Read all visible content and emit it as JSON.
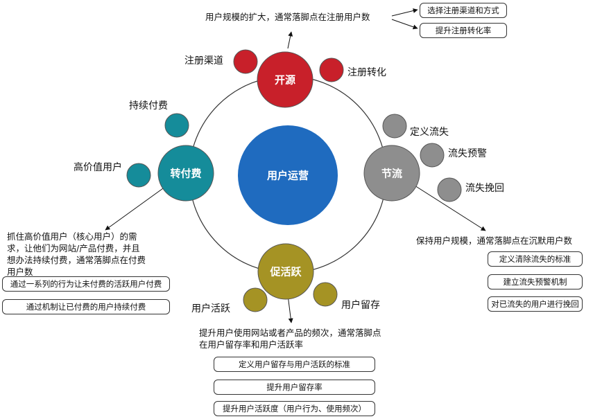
{
  "colors": {
    "core": "#1f6bbf",
    "open": "#c8202a",
    "throttle": "#8e8e8e",
    "active": "#a59324",
    "pay": "#158c9a"
  },
  "center": {
    "label": "用户运营"
  },
  "nodes": {
    "open": {
      "label": "开源",
      "sub1": "注册渠道",
      "sub2": "注册转化"
    },
    "throttle": {
      "label": "节流",
      "sub1": "定义流失",
      "sub2": "流失预警",
      "sub3": "流失挽回"
    },
    "active": {
      "label": "促活跃",
      "sub1": "用户活跃",
      "sub2": "用户留存"
    },
    "pay": {
      "label": "转付费",
      "sub1": "持续付费",
      "sub2": "高价值用户"
    }
  },
  "details": {
    "open": {
      "desc": "用户规模的扩大，通常落脚点在注册用户数",
      "boxes": [
        "选择注册渠道和方式",
        "提升注册转化率"
      ]
    },
    "throttle": {
      "desc": "保持用户规模，通常落脚点在沉默用户数",
      "boxes": [
        "定义清除流失的标准",
        "建立流失预警机制",
        "对已流失的用户进行挽回"
      ]
    },
    "active": {
      "desc": "提升用户使用网站或者产品的频次，通常落脚点在用户留存率和用户活跃率",
      "boxes": [
        "定义用户留存与用户活跃的标准",
        "提升用户留存率",
        "提升用户活跃度（用户行为、使用频次）"
      ]
    },
    "pay": {
      "desc": "抓住高价值用户（核心用户）的需求，让他们为网站/产品付费，并且想办法持续付费，通常落脚点在付费用户数",
      "boxes": [
        "通过一系列的行为让未付费的活跃用户付费",
        "通过机制让已付费的用户持续付费"
      ]
    }
  }
}
